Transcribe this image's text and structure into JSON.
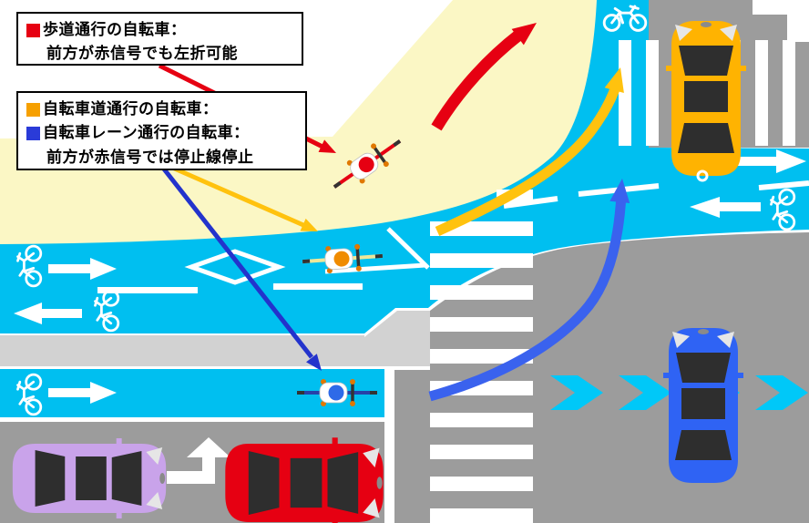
{
  "palette": {
    "cyan": "#00bff0",
    "cream": "#fbf7c5",
    "road": "#9c9c9c",
    "median": "#d2d2d2",
    "white": "#ffffff",
    "red": "#e60012",
    "yellow": "#ffc20e",
    "orange": "#f6a000",
    "blue_bullet": "#2a3bd8",
    "blue_leader": "#2333cc",
    "blue_arrow": "#3a62ee",
    "chevron": "#00c8f8",
    "car_yellow": "#ffb301",
    "car_blue": "#2f63f4",
    "car_purple": "#c9a3ea",
    "car_red": "#e60012",
    "window": "#2e2e2e",
    "bike_frame_red": "#e60012",
    "bike_frame_yellow": "#eee79a",
    "bike_frame_blue": "#2841a8",
    "head_orange": "#f08c00",
    "head_blue": "#2e6ae8",
    "hand_orange": "#e07800"
  },
  "legend": {
    "box1": {
      "line1": "歩道通行の自転車：",
      "line2": "前方が赤信号でも左折可能"
    },
    "box2": {
      "line1": "自転車道通行の自転車：",
      "line2": "自転車レーン通行の自転車：",
      "line3": "前方が赤信号では停止線停止"
    }
  }
}
